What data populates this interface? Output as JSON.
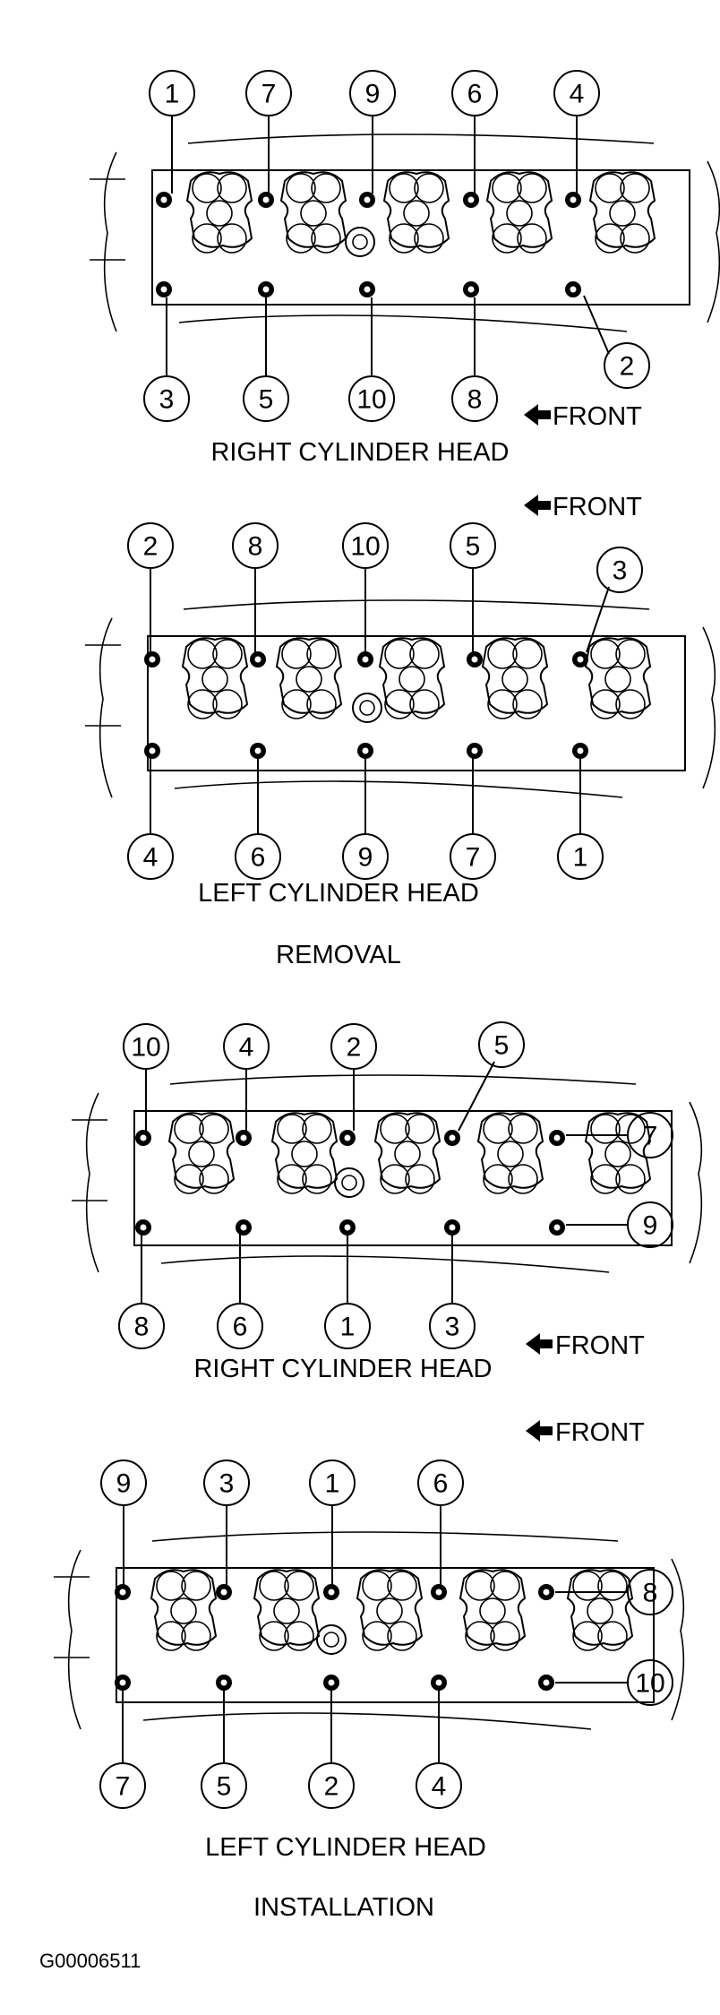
{
  "front_label": "FRONT",
  "panels": [
    {
      "title": "RIGHT CYLINDER HEAD",
      "top_callouts": [
        "1",
        "7",
        "9",
        "6",
        "4"
      ],
      "bottom_callouts": [
        "3",
        "5",
        "10",
        "8"
      ],
      "side_callouts": [
        "2"
      ]
    },
    {
      "title": "LEFT CYLINDER HEAD",
      "top_callouts": [
        "2",
        "8",
        "10",
        "5",
        "3"
      ],
      "bottom_callouts": [
        "4",
        "6",
        "9",
        "7",
        "1"
      ],
      "side_callouts": []
    },
    {
      "title": "RIGHT CYLINDER HEAD",
      "top_callouts": [
        "10",
        "4",
        "2",
        "5"
      ],
      "bottom_callouts": [
        "8",
        "6",
        "1",
        "3"
      ],
      "side_callouts": [
        "7",
        "9"
      ]
    },
    {
      "title": "LEFT CYLINDER HEAD",
      "top_callouts": [
        "9",
        "3",
        "1",
        "6"
      ],
      "bottom_callouts": [
        "7",
        "5",
        "2",
        "4"
      ],
      "side_callouts": [
        "8",
        "10"
      ]
    }
  ],
  "sections": {
    "removal": "REMOVAL",
    "installation": "INSTALLATION"
  },
  "figure_code": "G00006511"
}
